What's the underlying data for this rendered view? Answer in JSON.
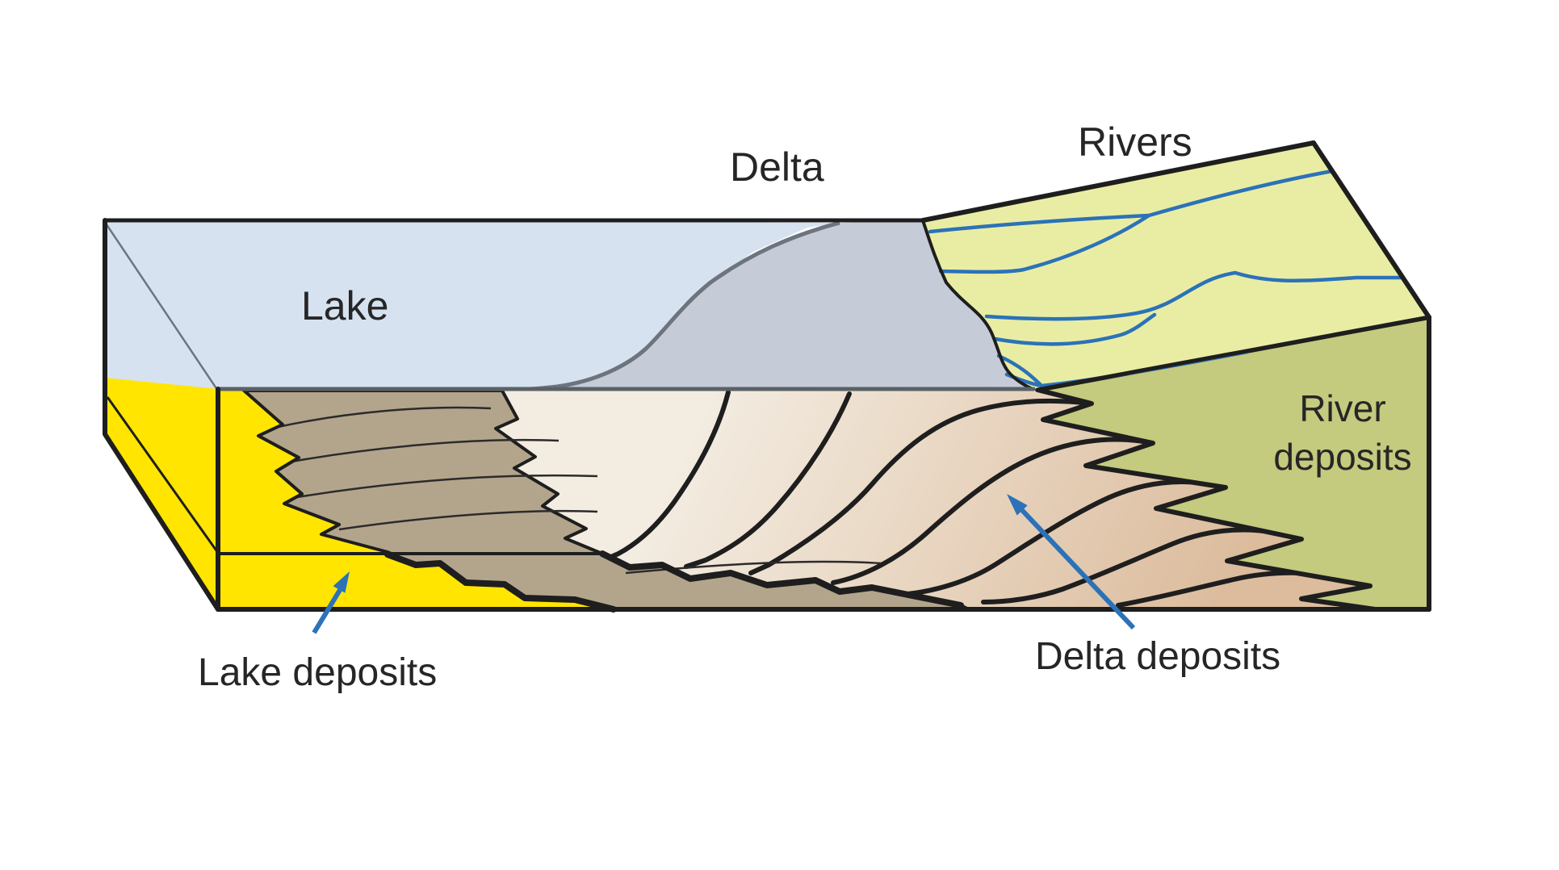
{
  "figure": {
    "type": "geological-block-diagram",
    "labels": {
      "lake": "Lake",
      "delta": "Delta",
      "rivers": "Rivers",
      "river_deposits_line1": "River",
      "river_deposits_line2": "deposits",
      "lake_deposits": "Lake deposits",
      "delta_deposits": "Delta deposits"
    },
    "palette": {
      "lake_water": "#D6E2F0",
      "delta_plain": "#C6CCD7",
      "river_plain": "#E9EDA4",
      "river_deposits": "#C4CA7E",
      "lake_deposits_yellow": "#FFE500",
      "prodelta_brown": "#B3A58C",
      "cream_beds": "#EBE1D5",
      "foreset_light": "#F3ECE1",
      "foreset_dark": "#DCBC9D",
      "river_line_blue": "#2B72B8",
      "arrow_blue": "#2B72B8",
      "outline_black": "#1E1E1E",
      "shoreline_gray": "#6E747E",
      "waterline_gray": "#5A6167",
      "text_color": "#262626"
    }
  }
}
